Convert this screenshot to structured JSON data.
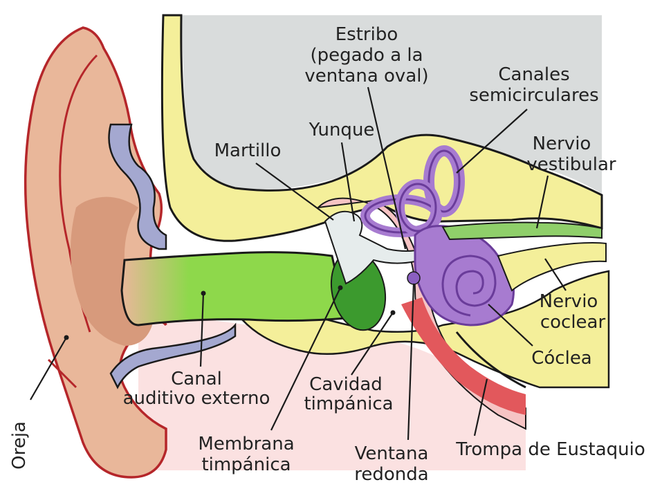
{
  "colors": {
    "background": "#ffffff",
    "skull_gray": "#d9dcdc",
    "bone_yellow": "#f4ef9a",
    "skin": "#e9b79a",
    "skin_dark": "#d79a7c",
    "outline_red": "#b5262a",
    "canal_green": "#8ed84b",
    "membrane_green": "#3c9a2e",
    "cavity_pink": "#f6c4c4",
    "tissue_pink": "#fbe1e1",
    "tube_red": "#e2585c",
    "labyrinth_purple": "#a77bd0",
    "labyrinth_dark": "#6a3c9a",
    "cartilage_blue": "#a4a8d0",
    "nerve_green": "#8fcf6a"
  },
  "labels": {
    "estribo_1": "Estribo",
    "estribo_2": "(pegado a la",
    "estribo_3": "ventana oval)",
    "yunque": "Yunque",
    "martillo": "Martillo",
    "canales_1": "Canales",
    "canales_2": "semicirculares",
    "nervio_vest_1": "Nervio",
    "nervio_vest_2": "vestibular",
    "nervio_coclear_1": "Nervio",
    "nervio_coclear_2": "coclear",
    "coclea": "Cóclea",
    "canal_1": "Canal",
    "canal_2": "auditivo externo",
    "cavidad_1": "Cavidad",
    "cavidad_2": "timpánica",
    "membrana_1": "Membrana",
    "membrana_2": "timpánica",
    "ventana_1": "Ventana",
    "ventana_2": "redonda",
    "trompa": "Trompa de Eustaquio",
    "oreja": "Oreja"
  }
}
